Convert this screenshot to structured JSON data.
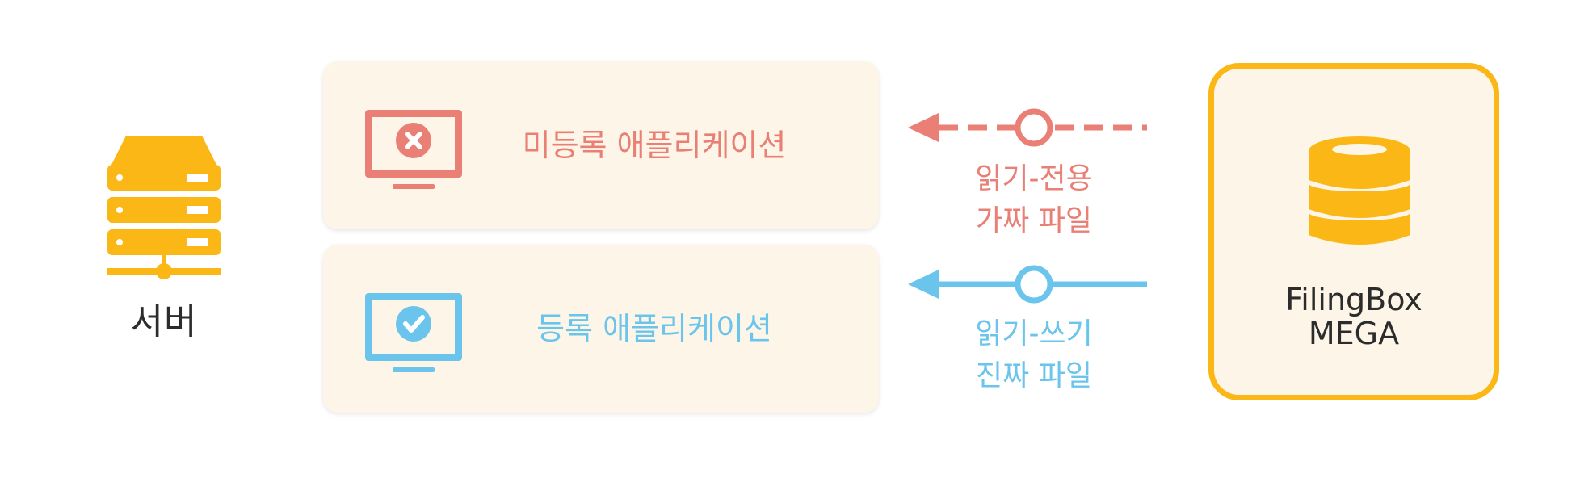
{
  "server": {
    "label": "서버",
    "icon": "server-icon"
  },
  "apps": {
    "unregistered": {
      "label": "미등록 애플리케이션",
      "icon": "monitor-x-icon",
      "color": "#ea7f75"
    },
    "registered": {
      "label": "등록 애플리케이션",
      "icon": "monitor-check-icon",
      "color": "#6bc4ec"
    }
  },
  "arrows": {
    "read_only": {
      "line1": "읽기-전용",
      "line2": "가짜 파일",
      "style": "dashed",
      "color": "#ea7f75"
    },
    "read_write": {
      "line1": "읽기-쓰기",
      "line2": "진짜 파일",
      "style": "solid",
      "color": "#6bc4ec"
    }
  },
  "filingbox": {
    "line1": "FilingBox",
    "line2": "MEGA",
    "icon": "database-icon",
    "accent": "#fbb715"
  }
}
